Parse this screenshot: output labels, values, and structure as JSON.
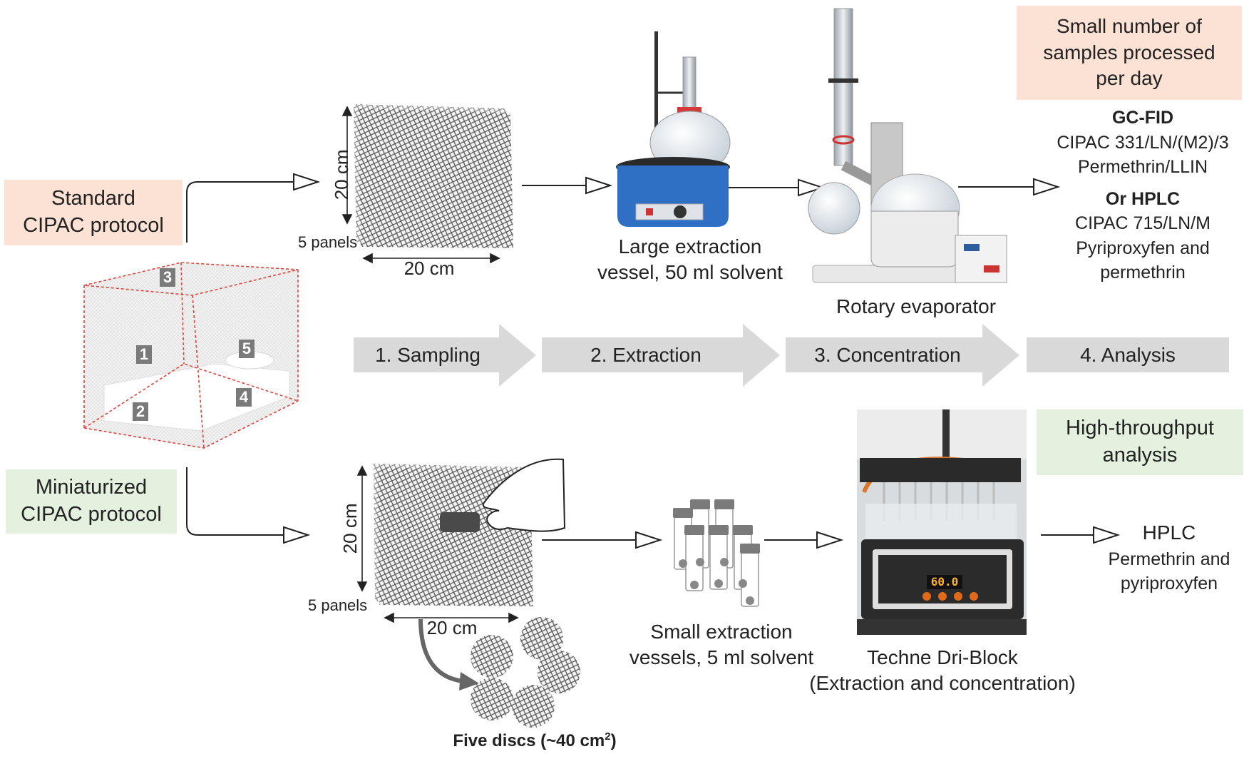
{
  "protocols": {
    "standard": "Standard\nCIPAC protocol",
    "miniaturized": "Miniaturized\nCIPAC protocol"
  },
  "steps": [
    "1. Sampling",
    "2. Extraction",
    "3. Concentration",
    "4. Analysis"
  ],
  "net_panels": [
    "1",
    "2",
    "3",
    "4",
    "5"
  ],
  "top_row": {
    "dim_vertical": "20 cm",
    "dim_horizontal": "20 cm",
    "panels_label": "5 panels",
    "extraction_label": "Large extraction\nvessel, 50 ml solvent",
    "evaporator_label": "Rotary evaporator",
    "throughput_box": "Small number of\nsamples processed\nper day",
    "analysis": {
      "method1_title": "GC-FID",
      "method1_line1": "CIPAC 331/LN/(M2)/3",
      "method1_line2": "Permethrin/LLIN",
      "method2_title": "Or HPLC",
      "method2_line1": "CIPAC 715/LN/M",
      "method2_line2": "Pyriproxyfen and",
      "method2_line3": "permethrin"
    }
  },
  "bottom_row": {
    "dim_vertical": "20 cm",
    "dim_horizontal": "20 cm",
    "panels_label": "5 panels",
    "discs_label": "Five discs (~40 cm",
    "discs_superscript": "2",
    "discs_suffix": ")",
    "vessels_label": "Small extraction\nvessels, 5 ml solvent",
    "dri_block_label": "Techne Dri-Block\n(Extraction and concentration)",
    "dri_block_display": "60.0",
    "throughput_box": "High-throughput\nanalysis",
    "analysis_title": "HPLC",
    "analysis_line1": "Permethrin and",
    "analysis_line2": "pyriproxyfen"
  },
  "colors": {
    "orange_box": "#fbe2d4",
    "green_box": "#e3f1de",
    "step_arrow": "#d9d9d9",
    "net_edge": "#e0443a",
    "heating_mantle": "#2f6fc4"
  }
}
